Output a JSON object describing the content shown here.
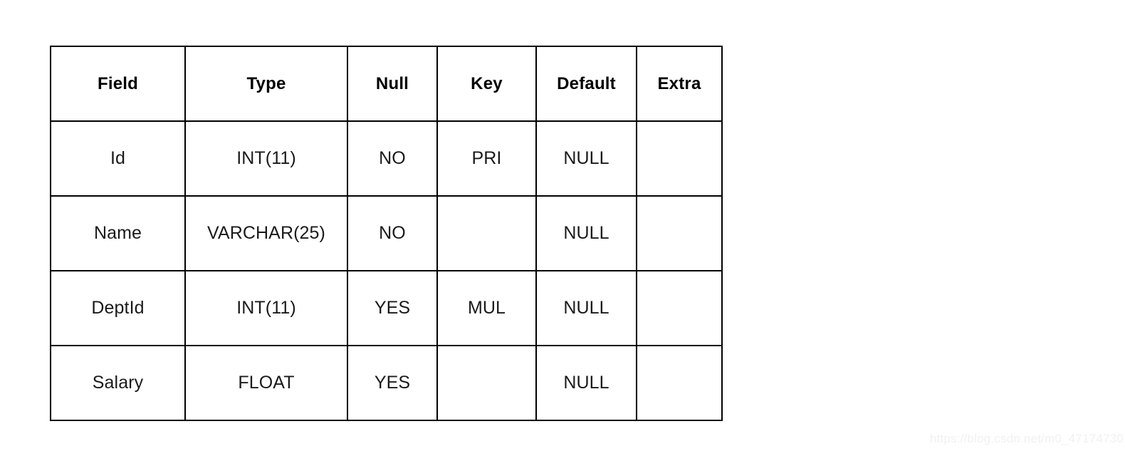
{
  "table": {
    "name": "mysql-describe-output",
    "columns": [
      {
        "key": "field",
        "label": "Field"
      },
      {
        "key": "type",
        "label": "Type"
      },
      {
        "key": "null",
        "label": "Null"
      },
      {
        "key": "keycol",
        "label": "Key"
      },
      {
        "key": "default",
        "label": "Default"
      },
      {
        "key": "extra",
        "label": "Extra"
      }
    ],
    "rows": [
      {
        "field": "Id",
        "type": "INT(11)",
        "null": "NO",
        "keycol": "PRI",
        "default": "NULL",
        "extra": ""
      },
      {
        "field": "Name",
        "type": "VARCHAR(25)",
        "null": "NO",
        "keycol": "",
        "default": "NULL",
        "extra": ""
      },
      {
        "field": "DeptId",
        "type": "INT(11)",
        "null": "YES",
        "keycol": "MUL",
        "default": "NULL",
        "extra": ""
      },
      {
        "field": "Salary",
        "type": "FLOAT",
        "null": "YES",
        "keycol": "",
        "default": "NULL",
        "extra": ""
      }
    ]
  },
  "watermark": {
    "text": "https://blog.csdn.net/m0_47174730"
  },
  "colors": {
    "border": "#000000",
    "header_text": "#000000",
    "body_text": "#1a1a1a",
    "background": "#ffffff",
    "watermark_text": "#f1f1f1"
  }
}
